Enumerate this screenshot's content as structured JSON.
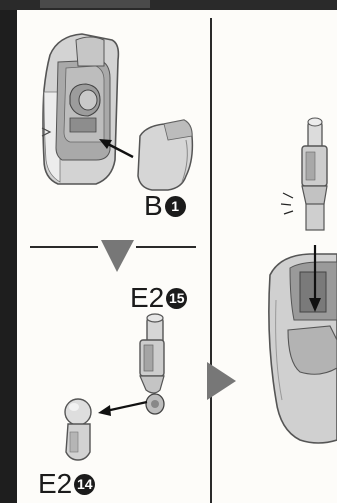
{
  "labels": {
    "step1": {
      "part": "B",
      "number": "1"
    },
    "step2_top": {
      "part": "E2",
      "number": "15"
    },
    "step2_bottom": {
      "part": "E2",
      "number": "14"
    }
  },
  "colors": {
    "frame_dark": "#1e1e1e",
    "divider": "#2a2a2a",
    "arrow_fill": "#777777",
    "part_light": "#dcdcdc",
    "part_mid": "#b7b7b7",
    "part_dark": "#8a8a8a"
  },
  "icons": [
    "step-separator-triangle-icon",
    "next-step-arrow-icon",
    "assembly-arrow-icon"
  ]
}
